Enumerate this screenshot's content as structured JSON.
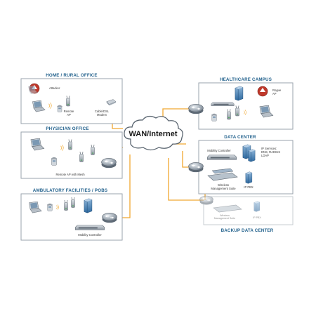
{
  "sections": {
    "home_office": {
      "title": "HOME / RURAL OFFICE",
      "attacker": "Attacker",
      "remote_ap": [
        "Remote",
        "AP"
      ],
      "modem": [
        "Cable/DSL",
        "Modem"
      ]
    },
    "physician_office": {
      "title": "PHYSICIAN OFFICE",
      "remote_ap_mesh": "Remote AP with Mesh"
    },
    "ambulatory": {
      "title": "AMBULATORY FACILITIES / POBS",
      "mobility_controller": "Mobility Controller"
    },
    "healthcare_campus": {
      "title": "HEALTHCARE CAMPUS",
      "rogue_ap": [
        "Rogue",
        "AP"
      ]
    },
    "data_center": {
      "title": "DATA CENTER",
      "mobility_controller": "Mobility Controller",
      "ip_services": [
        "IP Services:",
        "DNS, RADIUS",
        "LDAP"
      ],
      "wireless_mgmt": [
        "Wireless",
        "Management Suite"
      ],
      "ip_pbx": "IP PBX"
    },
    "backup_data_center": {
      "title": "BACKUP DATA CENTER",
      "wireless_mgmt": [
        "Wireless",
        "Management Suite"
      ],
      "ip_pbx": "IP PBX"
    }
  },
  "cloud": {
    "label": "WAN/Internet"
  },
  "colors": {
    "link": "#f0a830",
    "box_border": "#9aa3ad",
    "title": "#1f5f8b",
    "router": "#8f9aa6",
    "threat": "#c0392b"
  }
}
